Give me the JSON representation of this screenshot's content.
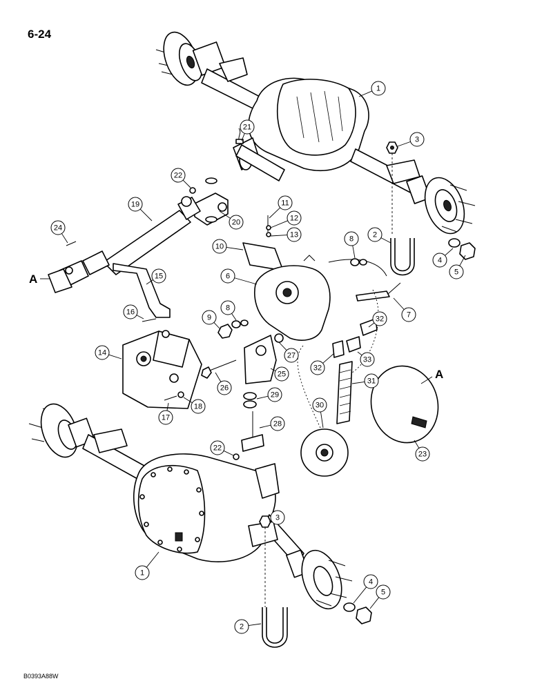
{
  "page_code": "6-24",
  "drawing_code": "B0393A88W",
  "continuation_mark": "A",
  "callouts": [
    "1",
    "3",
    "21",
    "22",
    "19",
    "20",
    "11",
    "12",
    "13",
    "24",
    "2",
    "8",
    "10",
    "4",
    "5",
    "15",
    "6",
    "7",
    "16",
    "9",
    "8",
    "14",
    "32",
    "27",
    "25",
    "33",
    "32",
    "26",
    "31",
    "29",
    "30",
    "28",
    "17",
    "18",
    "22",
    "23",
    "3",
    "1",
    "4",
    "5",
    "2"
  ]
}
